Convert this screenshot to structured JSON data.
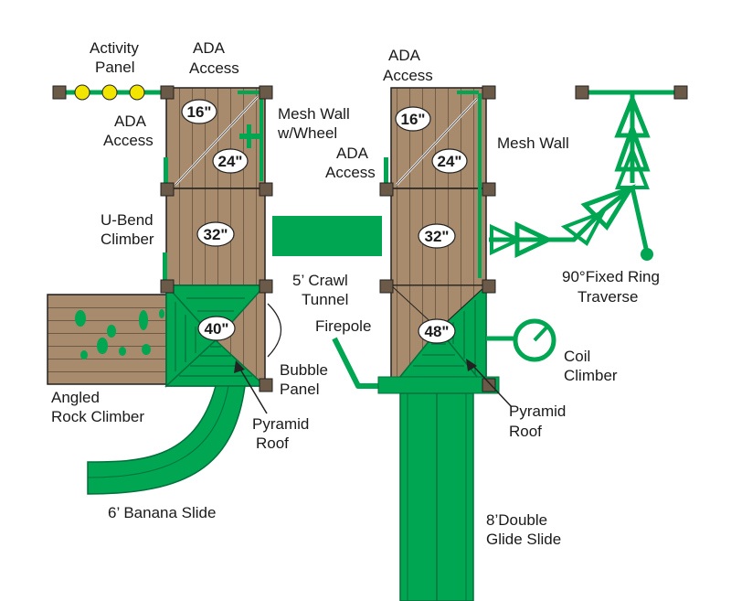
{
  "labels": {
    "activity_panel": [
      "Activity",
      "Panel"
    ],
    "ada_access_top_left": [
      "ADA",
      "Access"
    ],
    "ada_access_side_left": [
      "ADA",
      "Access"
    ],
    "mesh_wall_wheel": [
      "Mesh Wall",
      "w/Wheel"
    ],
    "ada_access_top_right": [
      "ADA",
      "Access"
    ],
    "ada_access_side_right": [
      "ADA",
      "Access"
    ],
    "mesh_wall": [
      "Mesh Wall"
    ],
    "u_bend_climber": [
      "U-Bend",
      "Climber"
    ],
    "crawl_tunnel": [
      "5’ Crawl",
      "Tunnel"
    ],
    "ring_traverse": [
      "90°Fixed Ring",
      "Traverse"
    ],
    "firepole": [
      "Firepole"
    ],
    "coil_climber": [
      "Coil",
      "Climber"
    ],
    "bubble_panel": [
      "Bubble",
      "Panel"
    ],
    "angled_rock_climber": [
      "Angled",
      "Rock Climber"
    ],
    "pyramid_roof_left": [
      "Pyramid",
      "Roof"
    ],
    "pyramid_roof_right": [
      "Pyramid",
      "Roof"
    ],
    "banana_slide": [
      "6’ Banana Slide"
    ],
    "double_glide_slide": [
      "8’Double",
      "Glide Slide"
    ]
  },
  "deck_heights": {
    "left_ada_lower": "16\"",
    "left_ada_upper": "24\"",
    "left_deck": "32\"",
    "left_tower": "40\"",
    "right_ada_lower": "16\"",
    "right_ada_upper": "24\"",
    "right_deck": "32\"",
    "right_tower": "48\""
  },
  "colors": {
    "wood": "#a88a6c",
    "wood_grain": "#5a4a3a",
    "post": "#6b5a48",
    "green": "#00a651",
    "dark_green": "#00703c",
    "yellow": "#f2e600",
    "outline": "#222222"
  }
}
